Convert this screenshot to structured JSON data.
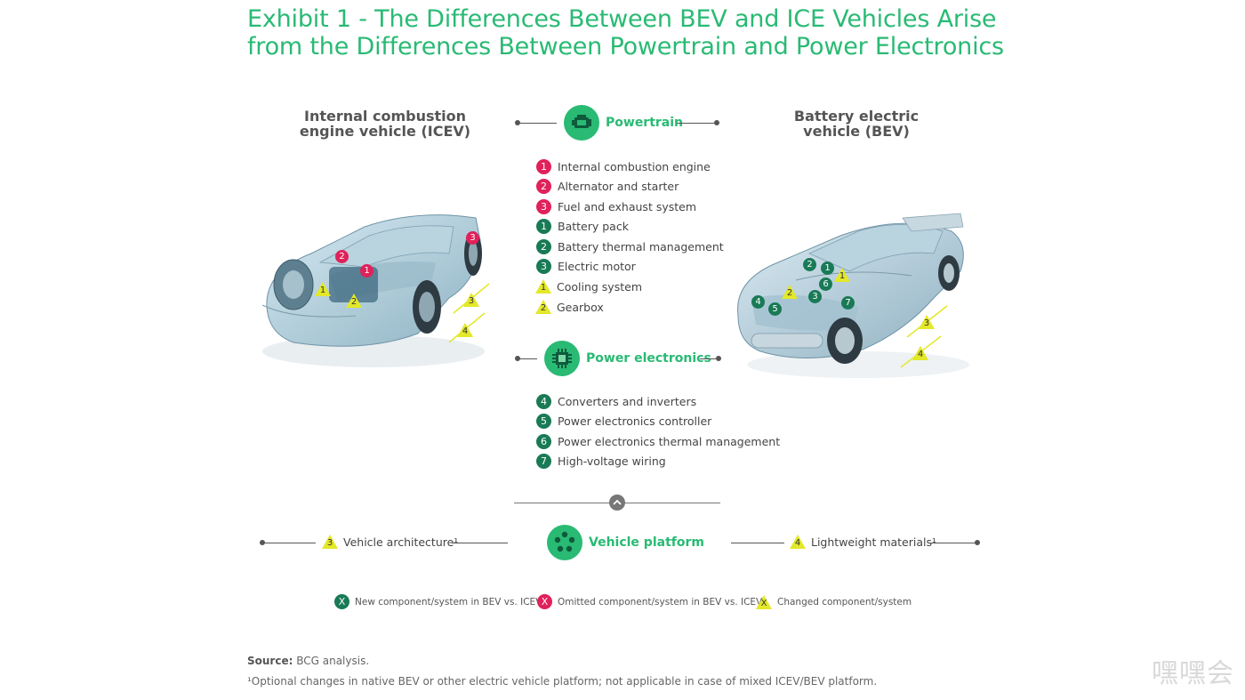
{
  "title": "Exhibit 1 - The Differences Between BEV and ICE Vehicles Arise from the Differences Between Powertrain and Power Electronics",
  "colors": {
    "accent": "#29ba74",
    "new_component": "#197a56",
    "omitted_component": "#e0215a",
    "changed_component": "#e3e829"
  },
  "icev": {
    "line1": "Internal combustion",
    "line2": "engine vehicle (ICEV)"
  },
  "bev": {
    "line1": "Battery electric",
    "line2": "vehicle (BEV)"
  },
  "powertrain": {
    "label": "Powertrain",
    "icon": "engine-icon",
    "items": [
      {
        "num": "1",
        "kind": "omitted",
        "text": "Internal combustion engine"
      },
      {
        "num": "2",
        "kind": "omitted",
        "text": "Alternator and starter"
      },
      {
        "num": "3",
        "kind": "omitted",
        "text": "Fuel and exhaust system"
      },
      {
        "num": "1",
        "kind": "new",
        "text": "Battery pack"
      },
      {
        "num": "2",
        "kind": "new",
        "text": "Battery thermal management"
      },
      {
        "num": "3",
        "kind": "new",
        "text": "Electric motor"
      },
      {
        "num": "1",
        "kind": "changed",
        "text": "Cooling system"
      },
      {
        "num": "2",
        "kind": "changed",
        "text": "Gearbox"
      }
    ]
  },
  "power_electronics": {
    "label": "Power electronics",
    "icon": "chip-icon",
    "items": [
      {
        "num": "4",
        "kind": "new",
        "text": "Converters and inverters"
      },
      {
        "num": "5",
        "kind": "new",
        "text": "Power electronics controller"
      },
      {
        "num": "6",
        "kind": "new",
        "text": "Power electronics thermal management"
      },
      {
        "num": "7",
        "kind": "new",
        "text": "High-voltage wiring"
      }
    ]
  },
  "vehicle_platform": {
    "label": "Vehicle platform",
    "icon": "platform-dots-icon",
    "left": {
      "num": "3",
      "text": "Vehicle architecture¹"
    },
    "right": {
      "num": "4",
      "text": "Lightweight materials¹"
    }
  },
  "legend": {
    "new": {
      "symbol": "X",
      "text": "New component/system in BEV vs. ICEV"
    },
    "omitted": {
      "symbol": "X",
      "text": "Omitted component/system in BEV vs. ICEV"
    },
    "changed": {
      "symbol": "X",
      "text": "Changed component/system"
    }
  },
  "source": {
    "label": "Source:",
    "text": "BCG analysis.",
    "footnote": "¹Optional changes in native BEV or other electric vehicle platform; not applicable in case of mixed ICEV/BEV platform."
  },
  "icev_markers": {
    "omitted": [
      "2",
      "1",
      "3"
    ],
    "changed": [
      "1",
      "2",
      "3",
      "4"
    ]
  },
  "bev_markers": {
    "new": [
      "2",
      "1",
      "6",
      "3",
      "7",
      "4",
      "5"
    ],
    "changed": [
      "1",
      "2",
      "3",
      "4"
    ]
  },
  "watermark": "嘿嘿会"
}
